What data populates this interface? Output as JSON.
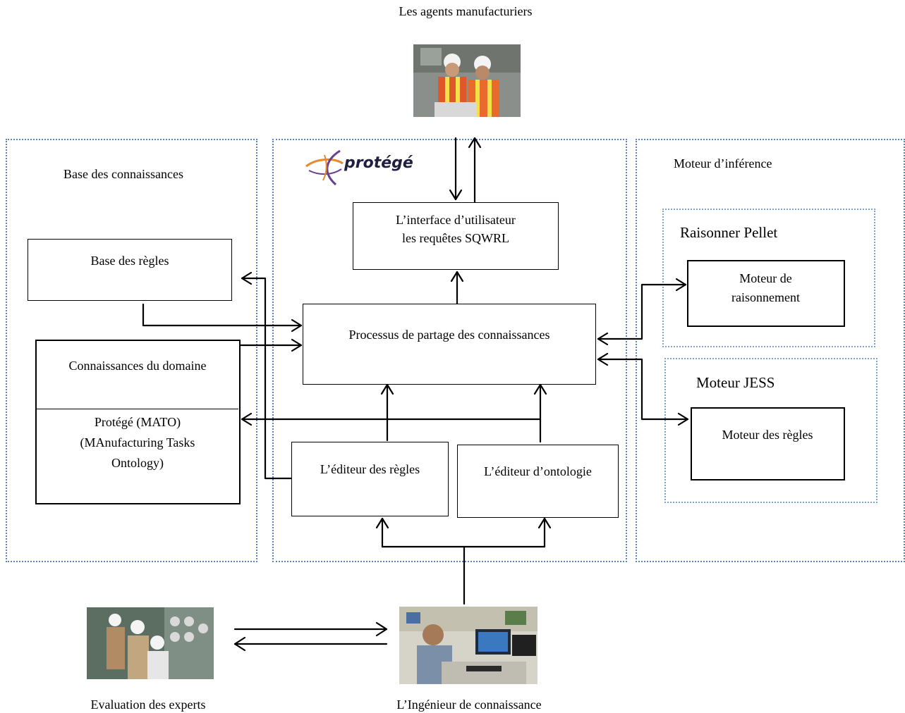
{
  "top": {
    "title": "Les agents  manufacturiers",
    "photo_icon": "workers-photo"
  },
  "knowledge_base": {
    "title": "Base des connaissances",
    "rules_base": "Base des règles",
    "domain_knowledge": "Connaissances du domaine",
    "ontology_lines": [
      "Protégé  (MATO)",
      "(MAnufacturing Tasks",
      "Ontology)"
    ]
  },
  "center": {
    "logo_text": "protégé",
    "ui_lines": [
      "L’interface d’utilisateur",
      "les requêtes SQWRL"
    ],
    "process": "Processus  de partage des connaissances",
    "rules_editor": "L’éditeur des règles",
    "ontology_editor": "L’éditeur d’ontologie"
  },
  "inference": {
    "title": "Moteur d’inférence",
    "pellet_title": "Raisonner Pellet",
    "reasoning_lines": [
      "Moteur de",
      "raisonnement"
    ],
    "jess_title": "Moteur JESS",
    "rules_engine": "Moteur des règles"
  },
  "bottom": {
    "experts_caption": "Evaluation des experts",
    "engineer_caption": "L’Ingénieur de connaissance",
    "experts_photo_icon": "experts-photo",
    "engineer_photo_icon": "engineer-photo"
  },
  "colors": {
    "panel_border": "#5b84b8",
    "logo_purple": "#6b3f8f",
    "logo_orange": "#e8892a"
  }
}
